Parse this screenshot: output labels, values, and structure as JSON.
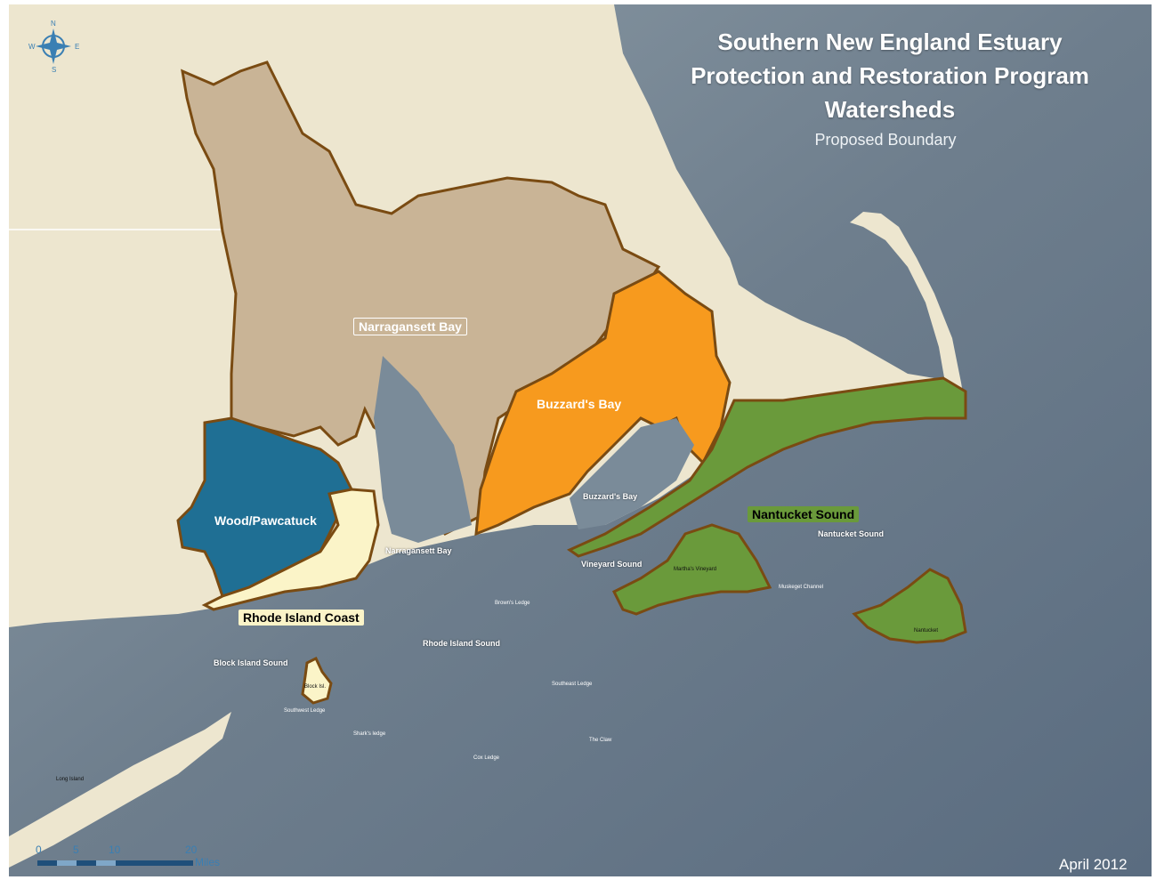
{
  "map": {
    "title_lines": [
      "Southern New England Estuary",
      "Protection  and Restoration Program",
      "Watersheds"
    ],
    "subtitle": "Proposed Boundary",
    "date": "April 2012",
    "compass": {
      "n": "N",
      "s": "S",
      "e": "E",
      "w": "W"
    },
    "scale": {
      "ticks": [
        "0",
        "5",
        "10",
        "20"
      ],
      "unit": "Miles"
    },
    "watersheds": [
      {
        "name": "Narragansett Bay",
        "color": "#c9b496"
      },
      {
        "name": "Buzzard's Bay",
        "color": "#f79a1e"
      },
      {
        "name": "Wood/Pawcatuck",
        "color": "#1f6f94"
      },
      {
        "name": "Rhode Island Coast",
        "color": "#fbf4c8"
      },
      {
        "name": "Nantucket Sound",
        "color": "#6a9a3b"
      }
    ],
    "water_labels": {
      "buzzards_bay": "Buzzard's Bay",
      "narragansett_bay": "Narragansett Bay",
      "vineyard_sound": "Vineyard Sound",
      "nantucket_sound": "Nantucket Sound",
      "rhode_island_sound": "Rhode Island Sound",
      "block_island_sound": "Block Island Sound"
    },
    "place_labels": {
      "marthas_vineyard": "Martha's Vineyard",
      "nantucket": "Nantucket",
      "muskeget_channel": "Muskeget Channel",
      "browns_ledge": "Brown's Ledge",
      "southwest_ledge": "Southwest Ledge",
      "sharks_ledge": "Shark's ledge",
      "cox_ledge": "Cox Ledge",
      "the_claw": "The Claw",
      "southeast_ledge": "Southeast Ledge",
      "long_island": "Long Island",
      "block_island": "Block Isl."
    },
    "colors": {
      "land": "#ede6cf",
      "ocean": "#6f7f8f",
      "boundary": "#7a4b12",
      "state_line": "#ffffff"
    }
  }
}
